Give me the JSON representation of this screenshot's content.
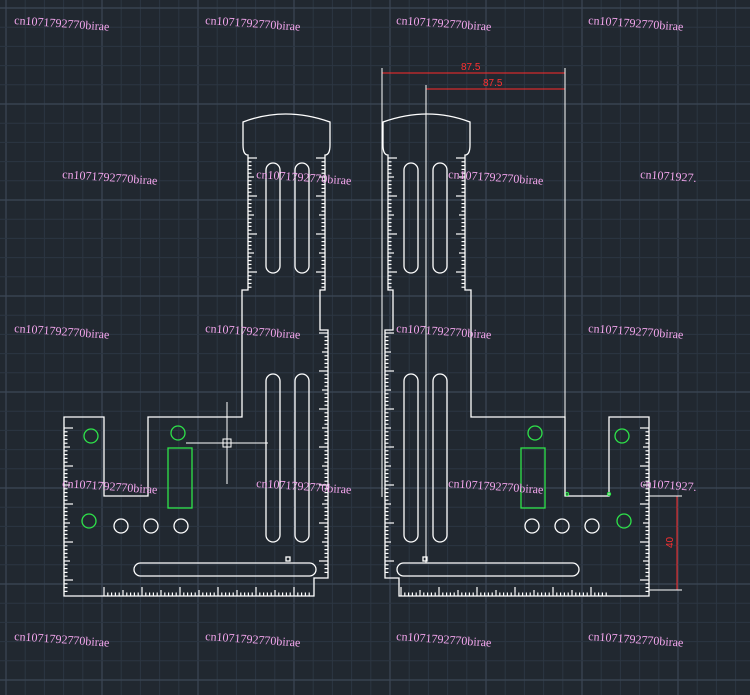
{
  "colors": {
    "background": "#212830",
    "grid_minor": "#2c3642",
    "grid_major": "#3c4756",
    "outline": "#ffffff",
    "holes": "#2ee34a",
    "dimension": "#ff2a2a",
    "watermark": "#f4a6ee"
  },
  "dimensions": {
    "top_outer": "87.5",
    "top_inner": "87.5",
    "side": "40"
  },
  "watermarks": [
    "cn1071792770birae",
    "cn1071792770birae",
    "cn1071792770birae",
    "cn1071792770birae",
    "cn1071792770birae",
    "cn1071792770birae",
    "cn1071927.",
    "cn1071792770birae",
    "cn1071792770birae",
    "cn1071792770birae",
    "cn1071792770birae",
    "cn1071792770birae",
    "cn1071792770birae",
    "cn1071792770birae",
    "cn1071927.",
    "cn1071792770birae",
    "cn1071792770birae",
    "cn1071792770birae",
    "cn1071792770birae"
  ],
  "cursor_icon": "crosshair-icon"
}
